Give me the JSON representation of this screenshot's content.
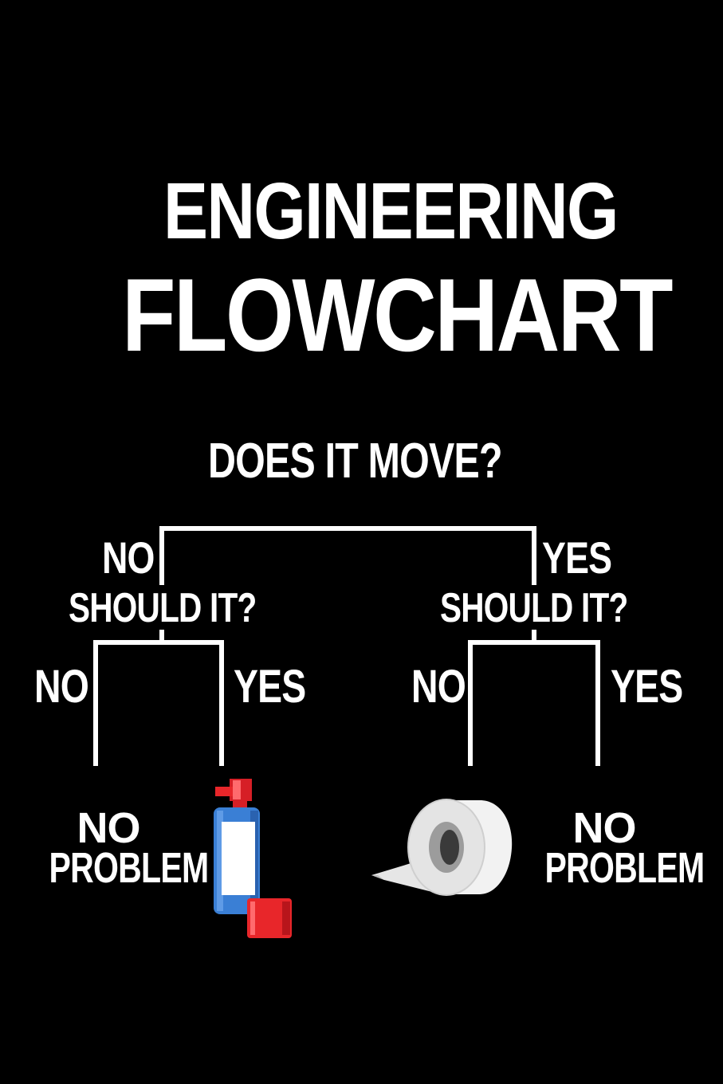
{
  "title": {
    "line1": "ENGINEERING",
    "line2": "FLOWCHART"
  },
  "question_root": "DOES IT MOVE?",
  "branches": {
    "root_no": "NO",
    "root_yes": "YES",
    "left": {
      "question": "SHOULD IT?",
      "no": "NO",
      "yes": "YES",
      "result_no": {
        "line1": "NO",
        "line2": "PROBLEM"
      },
      "result_yes_icon": "wd40-spray-can-icon"
    },
    "right": {
      "question": "SHOULD IT?",
      "no": "NO",
      "yes": "YES",
      "result_no_icon": "duct-tape-roll-icon",
      "result_yes": {
        "line1": "NO",
        "line2": "PROBLEM"
      }
    }
  },
  "colors": {
    "background": "#000000",
    "text": "#ffffff",
    "lines": "#ffffff",
    "can_body": "#3a7fd5",
    "can_cap": "#e8262a",
    "tape": "#e6e6e6"
  }
}
